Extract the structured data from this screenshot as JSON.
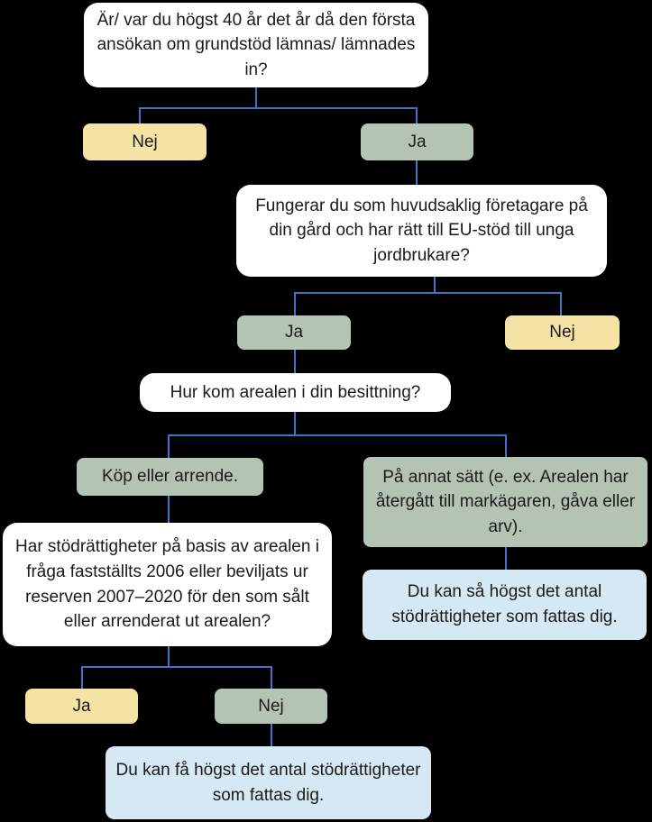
{
  "colors": {
    "background": "#000000",
    "connector": "#4472C4",
    "question_box": "#FFFFFF",
    "yellow_box": "#F5E3A6",
    "green_box": "#B3C4B5",
    "blue_box": "#D7E8F5",
    "text": "#1A1A1A"
  },
  "nodes": {
    "q1": "Är/ var du högst 40 år det år då den första ansökan om grundstöd lämnas/ lämnades in?",
    "q1_no": "Nej",
    "q1_yes": "Ja",
    "q2": "Fungerar du som huvudsaklig företagare på din gård och har rätt till EU-stöd till unga jordbrukare?",
    "q2_yes": "Ja",
    "q2_no": "Nej",
    "q3": "Hur kom arealen i din besittning?",
    "q3_purchase": "Köp eller arrende.",
    "q3_other": "På annat sätt (e. ex. Arealen har återgått till markägaren, gåva eller arv).",
    "result_other": "Du kan så högst det antal stödrättigheter som fattas dig.",
    "q4": "Har stödrättigheter på basis av arealen i fråga fastställts 2006 eller beviljats ur reserven 2007–2020 för den som sålt eller arrenderat ut arealen?",
    "q4_yes": "Ja",
    "q4_no": "Nej",
    "result_purchase": "Du kan få högst det antal stödrättigheter som fattas dig."
  }
}
